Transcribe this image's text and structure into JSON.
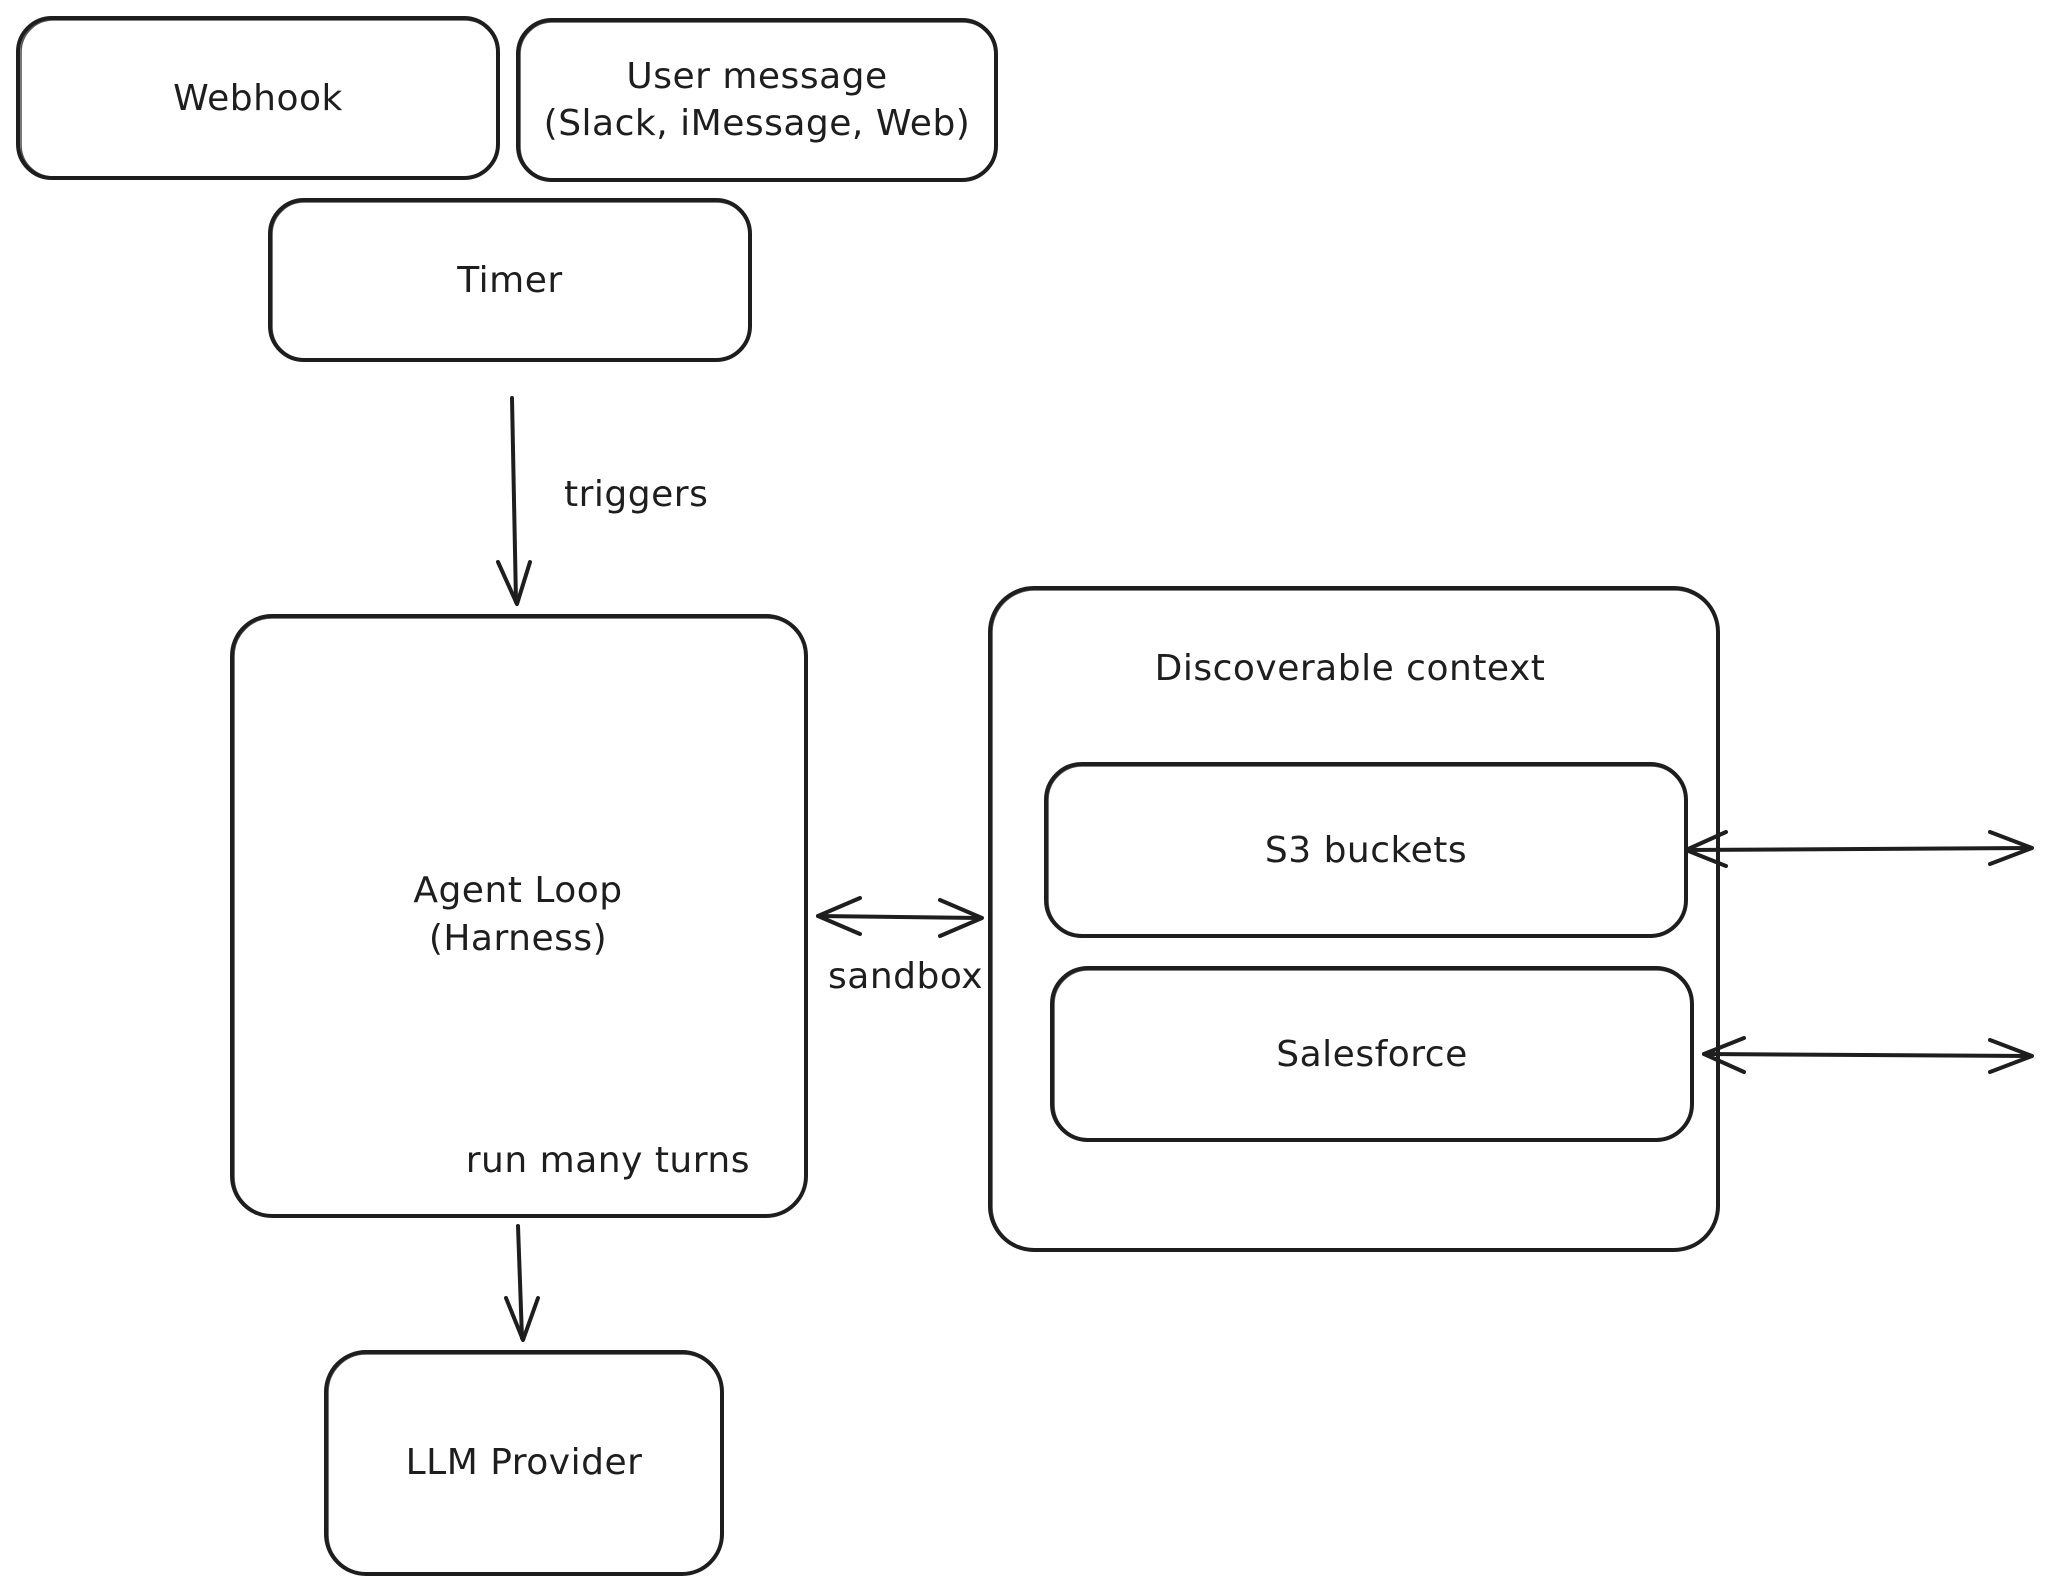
{
  "diagram": {
    "triggers": {
      "webhook": "Webhook",
      "user_message_line1": "User message",
      "user_message_line2": "(Slack, iMessage, Web)",
      "timer": "Timer"
    },
    "triggers_edge_label": "triggers",
    "agent_loop": {
      "title_line1": "Agent Loop",
      "title_line2": "(Harness)",
      "footer": "run many turns"
    },
    "sandbox_edge_label": "sandbox",
    "discoverable_context": {
      "title": "Discoverable context",
      "s3": "S3 buckets",
      "salesforce": "Salesforce"
    },
    "llm_provider": "LLM Provider"
  }
}
